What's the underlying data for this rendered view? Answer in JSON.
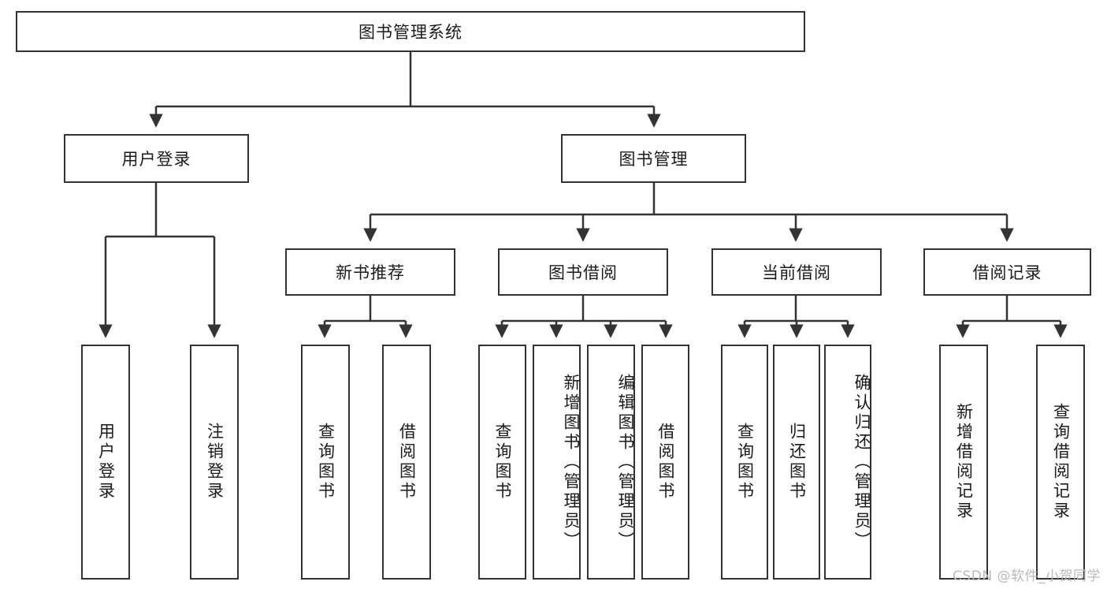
{
  "diagram": {
    "title": "图书管理系统",
    "root": {
      "label": "图书管理系统"
    },
    "level2": [
      {
        "label": "用户登录"
      },
      {
        "label": "图书管理"
      }
    ],
    "level3": [
      {
        "label": "新书推荐"
      },
      {
        "label": "图书借阅"
      },
      {
        "label": "当前借阅"
      },
      {
        "label": "借阅记录"
      }
    ],
    "leaves": [
      {
        "label": "用户登录"
      },
      {
        "label": "注销登录"
      },
      {
        "label": "查询图书"
      },
      {
        "label": "借阅图书"
      },
      {
        "label": "查询图书"
      },
      {
        "label": "新增图书（管理员）"
      },
      {
        "label": "编辑图书（管理员）"
      },
      {
        "label": "借阅图书"
      },
      {
        "label": "查询图书"
      },
      {
        "label": "归还图书"
      },
      {
        "label": "确认归还（管理员）"
      },
      {
        "label": "新增借阅记录"
      },
      {
        "label": "查询借阅记录"
      }
    ]
  },
  "watermark": {
    "text": "CSDN @软件_小贺同学"
  },
  "colors": {
    "border": "#333333",
    "background": "#ffffff",
    "text": "#1a1a1a",
    "watermark": "#b9b9b9"
  }
}
